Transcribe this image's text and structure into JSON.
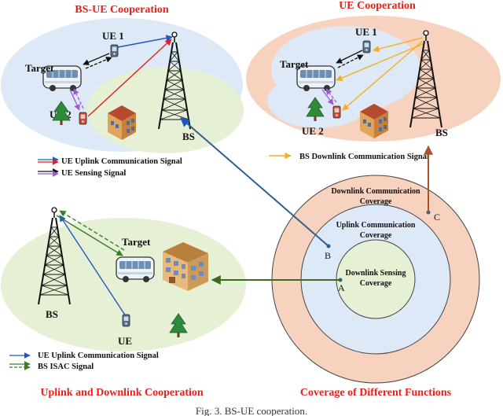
{
  "titles": {
    "bs_ue": "BS-UE Cooperation",
    "ue": "UE Cooperation",
    "uplink_downlink": "Uplink and Downlink Cooperation",
    "coverage": "Coverage of Different Functions"
  },
  "labels": {
    "ue1": "UE 1",
    "ue2": "UE 2",
    "ue": "UE",
    "target": "Target",
    "bs": "BS"
  },
  "legend": {
    "ue_uplink": "UE Uplink Communication Signal",
    "ue_sensing": "UE Sensing Signal",
    "bs_downlink": "BS Downlink Communication Signal",
    "bs_isac": "BS ISAC Signal"
  },
  "coverage": {
    "outer": [
      "Downlink Communication",
      "Coverage"
    ],
    "middle": [
      "Uplink Communication",
      "Coverage"
    ],
    "inner": [
      "Downlink Sensing",
      "Coverage"
    ],
    "points": [
      "A",
      "B",
      "C"
    ]
  },
  "caption": "Fig. 3. BS-UE cooperation.",
  "colors": {
    "blue_line": "#1f55c8",
    "red_line": "#e81d1d",
    "black_line": "#111111",
    "purple_line": "#9a5bd6",
    "orange_line": "#f2b01e",
    "green_line": "#3a7d2a",
    "connector_blue": "#2f5f90",
    "connector_brown": "#a4552b",
    "connector_green": "#3d6b1f",
    "outer_ring": "#f6d2bf",
    "middle_ring": "#dde9f7",
    "inner_ring": "#e6f0d4"
  }
}
